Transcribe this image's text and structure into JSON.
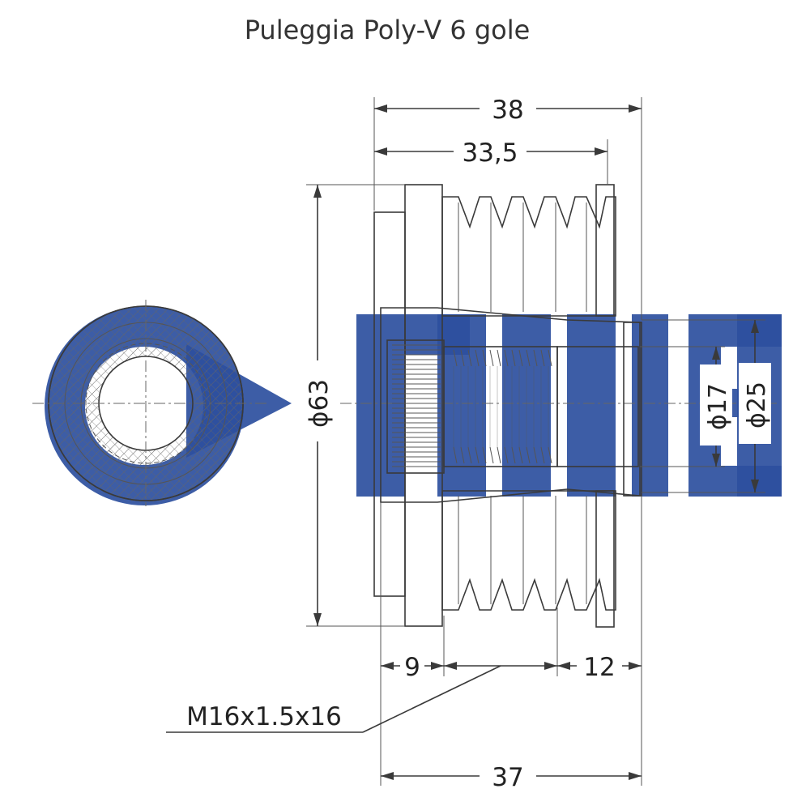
{
  "title": "Puleggia Poly-V 6 gole",
  "watermark": {
    "color": "#2d4f9e",
    "opacity": 0.92
  },
  "dimensions": {
    "overall_length": "38",
    "body_length": "33,5",
    "outer_diameter": "63",
    "bore_diameter": "17",
    "hub_diameter": "25",
    "front_offset": "9",
    "rear_offset": "12",
    "bottom_length": "37",
    "thread_spec": "M16x1.5x16"
  },
  "diameter_symbol": "ϕ"
}
